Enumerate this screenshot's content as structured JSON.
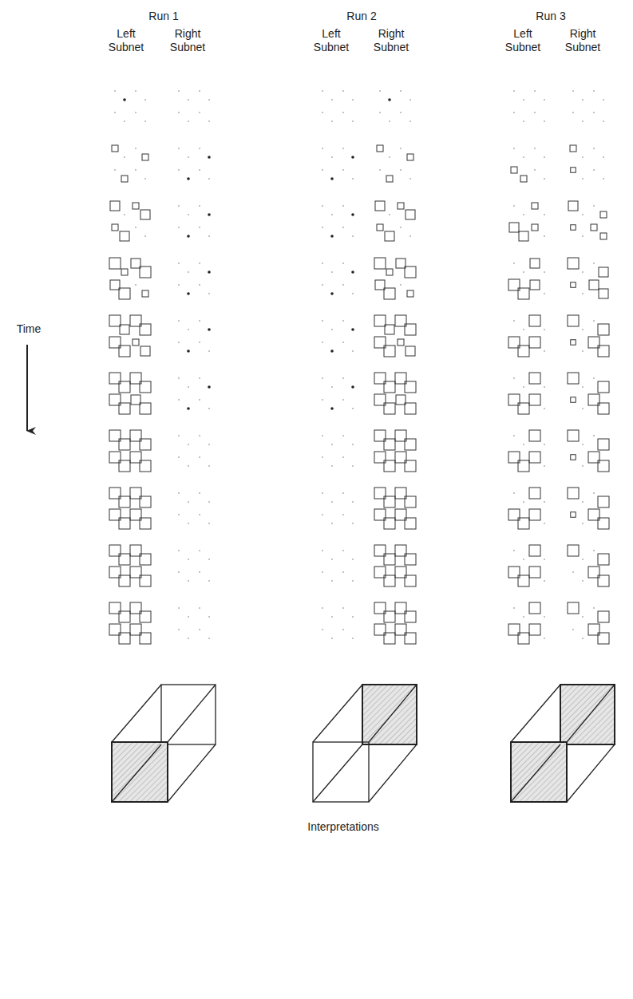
{
  "diagram": {
    "labels": [
      "Run 1",
      "Left Subnet",
      "Right Subnet",
      "Run 2",
      "Left Subnet",
      "Right Subnet",
      "Run 3",
      "Left Subnet",
      "Right Subnet",
      "Time",
      "Interpretations"
    ]
  }
}
